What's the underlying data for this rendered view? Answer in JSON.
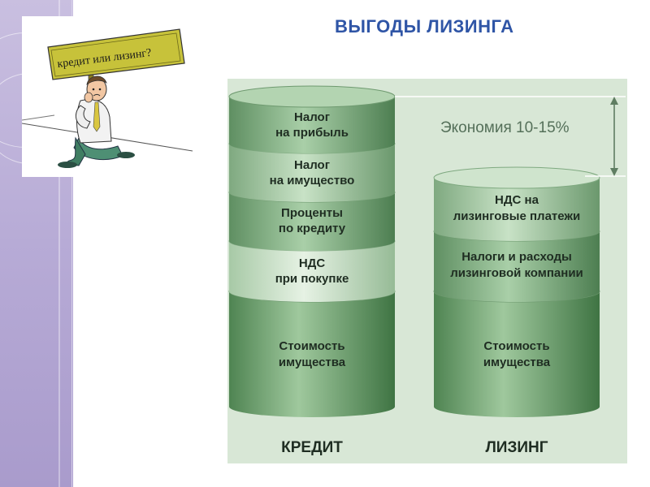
{
  "slide": {
    "title": "ВЫГОДЫ ЛИЗИНГА"
  },
  "illustration": {
    "sign_text": "кредит или лизинг?"
  },
  "diagram": {
    "credit": {
      "label": "КРЕДИТ",
      "layers": [
        {
          "line1": "Налог",
          "line2": "на прибыль"
        },
        {
          "line1": "Налог",
          "line2": "на имущество"
        },
        {
          "line1": "Проценты",
          "line2": "по кредиту"
        },
        {
          "line1": "НДС",
          "line2": "при покупке"
        },
        {
          "line1": "Стоимость",
          "line2": "имущества"
        }
      ]
    },
    "leasing": {
      "label": "ЛИЗИНГ",
      "layers": [
        {
          "line1": "НДС на",
          "line2": "лизинговые платежи"
        },
        {
          "line1": "Налоги и расходы",
          "line2": "лизинговой компании"
        },
        {
          "line1": "Стоимость",
          "line2": "имущества"
        }
      ]
    },
    "savings_label": "Экономия 10-15%"
  },
  "colors": {
    "title": "#2f55a6",
    "panel": "#d8e7d6",
    "text_dark": "#1f2d22",
    "savings_text": "#55705a"
  }
}
